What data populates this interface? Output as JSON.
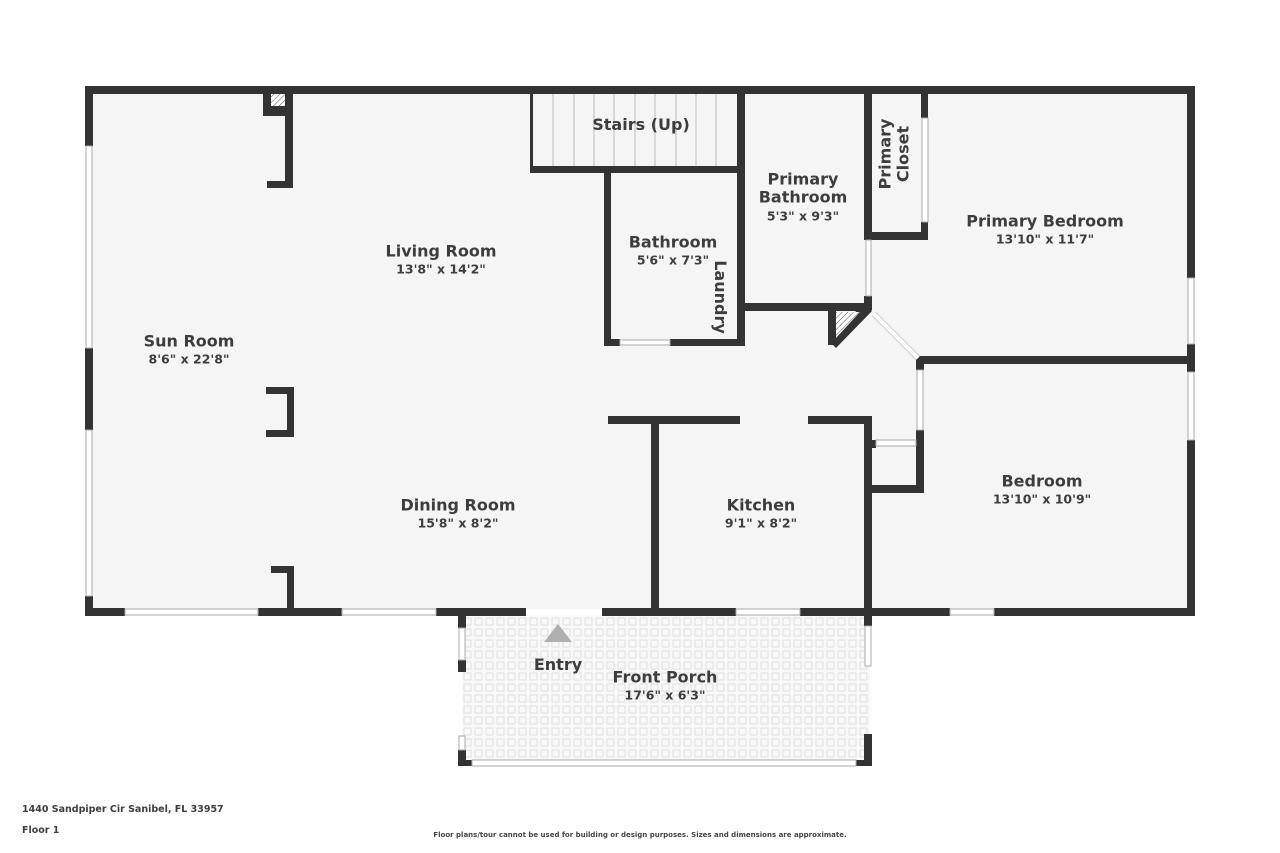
{
  "colors": {
    "wall": "#333333",
    "floor": "#f5f5f5",
    "window": "#ffffff",
    "entry_arrow": "#b0b0b0",
    "text": "#3d3d3d"
  },
  "rooms": {
    "stairs": {
      "name": "Stairs (Up)"
    },
    "bathroom": {
      "name": "Bathroom",
      "dim": "5'6\" x 7'3\""
    },
    "laundry": {
      "name": "Laundry"
    },
    "primary_bathroom": {
      "name_line1": "Primary",
      "name_line2": "Bathroom",
      "dim": "5'3\" x 9'3\""
    },
    "primary_closet": {
      "name_line1": "Primary",
      "name_line2": "Closet"
    },
    "primary_bedroom": {
      "name": "Primary Bedroom",
      "dim": "13'10\" x 11'7\""
    },
    "living_room": {
      "name": "Living Room",
      "dim": "13'8\" x 14'2\""
    },
    "sun_room": {
      "name": "Sun Room",
      "dim": "8'6\" x 22'8\""
    },
    "dining_room": {
      "name": "Dining Room",
      "dim": "15'8\" x 8'2\""
    },
    "kitchen": {
      "name": "Kitchen",
      "dim": "9'1\" x 8'2\""
    },
    "bedroom": {
      "name": "Bedroom",
      "dim": "13'10\" x 10'9\""
    },
    "front_porch": {
      "name": "Front Porch",
      "dim": "17'6\" x 6'3\""
    },
    "entry": {
      "name": "Entry",
      "icon": "entry-arrow-icon"
    }
  },
  "footer": {
    "address": "1440 Sandpiper Cir Sanibel, FL 33957",
    "floor": "Floor 1",
    "disclaimer": "Floor plans/tour cannot be used for building or design purposes. Sizes and dimensions are approximate."
  }
}
